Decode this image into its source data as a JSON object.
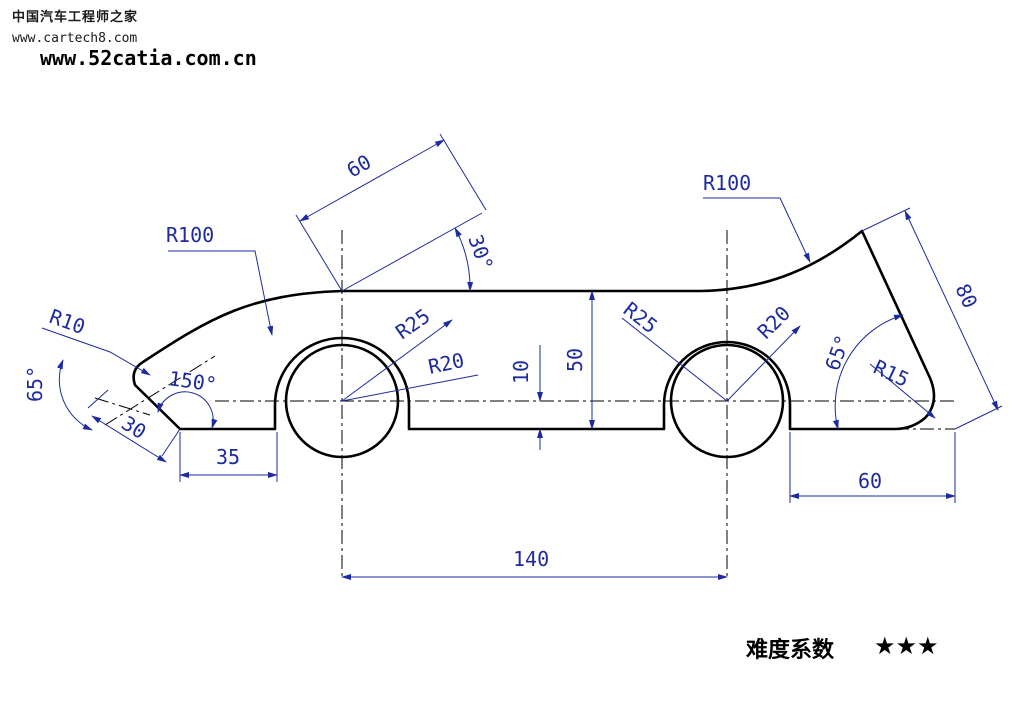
{
  "header": {
    "site_name": "中国汽车工程师之家",
    "site_url_1": "www.cartech8.com",
    "site_url_2": "www.52catia.com.cn"
  },
  "footer": {
    "difficulty_label": "难度系数",
    "difficulty_stars": "★★★"
  },
  "dimensions": {
    "top_length": "60",
    "top_angle": "30°",
    "left_radius": "R100",
    "right_radius": "R100",
    "right_height": "80",
    "left_tip_radius": "R10",
    "left_angle": "65°",
    "nose_angle": "150°",
    "nose_length": "30",
    "left_offset": "35",
    "front_wheel_outer": "R25",
    "front_wheel_inner": "R20",
    "rear_wheel_outer": "R25",
    "rear_wheel_inner": "R20",
    "step_height": "10",
    "body_height": "50",
    "rear_angle": "65°",
    "rear_fillet": "R15",
    "rear_offset": "60",
    "wheelbase": "140"
  },
  "colors": {
    "outline": "#000000",
    "dimension": "#1e2aa0"
  }
}
